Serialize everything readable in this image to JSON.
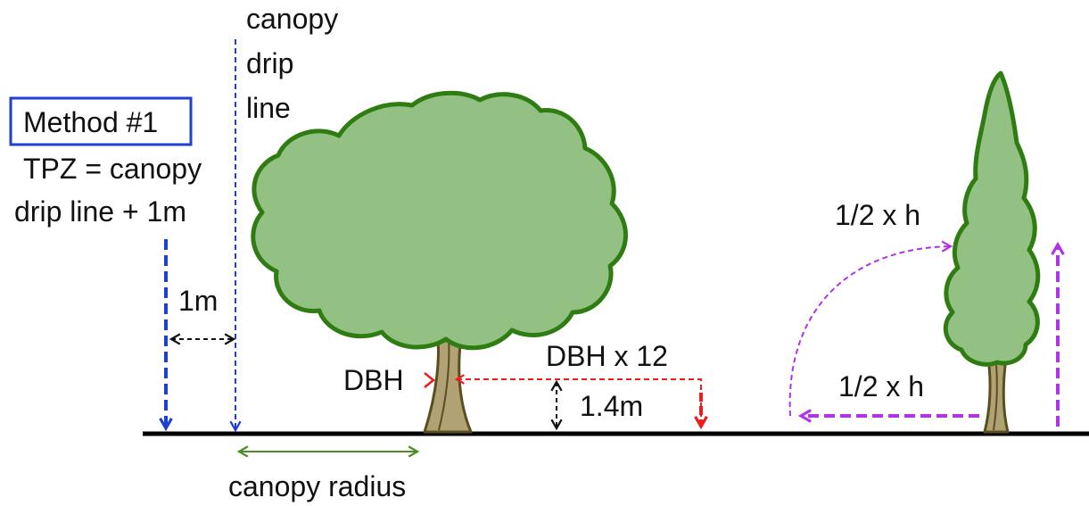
{
  "labels": {
    "canopy_line1": "canopy",
    "canopy_line2": "drip",
    "canopy_line3": "line",
    "method": "Method #1",
    "tpz_line1": "TPZ = canopy",
    "tpz_line2": "drip line + 1m",
    "one_m": "1m",
    "dbh": "DBH",
    "dbh_x12": "DBH x 12",
    "height_14": "1.4m",
    "canopy_radius": "canopy radius",
    "half_h_upper": "1/2 x h",
    "half_h_lower": "1/2 x h"
  },
  "colors": {
    "foliage": "#93c183",
    "foliage_outline": "#2f7d12",
    "trunk": "#b0a274",
    "trunk_outline": "#5a4e1e",
    "ground": "#000000",
    "blue": "#1f3fcf",
    "red": "#ee1c1c",
    "green": "#4a8c2a",
    "purple": "#b033e6",
    "black_arrow": "#111111"
  }
}
